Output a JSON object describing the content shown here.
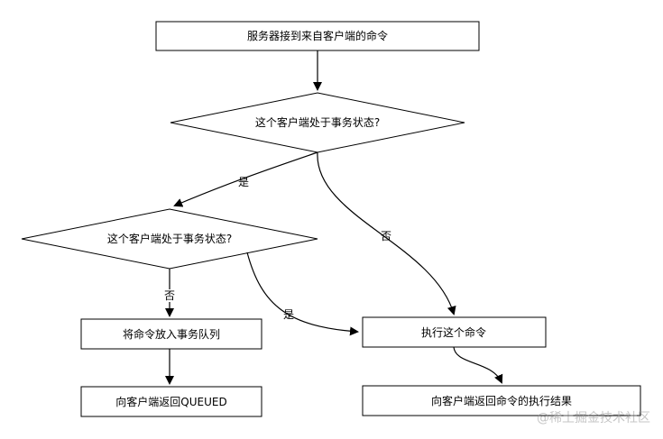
{
  "nodes": {
    "receive": "服务器接到来自客户端的命令",
    "check1": "这个客户端处于事务状态?",
    "check2": "这个客户端处于事务状态?",
    "enqueue": "将命令放入事务队列",
    "reply_queued": "向客户端返回QUEUED",
    "execute": "执行这个命令",
    "reply_result": "向客户端返回命令的执行结果"
  },
  "edges": {
    "check1_yes": "是",
    "check1_no": "否",
    "check2_no": "否",
    "check2_yes": "是"
  },
  "watermark": "@稀土掘金技术社区",
  "colors": {
    "stroke": "#000000",
    "fill": "#ffffff",
    "watermark": "#999999"
  }
}
